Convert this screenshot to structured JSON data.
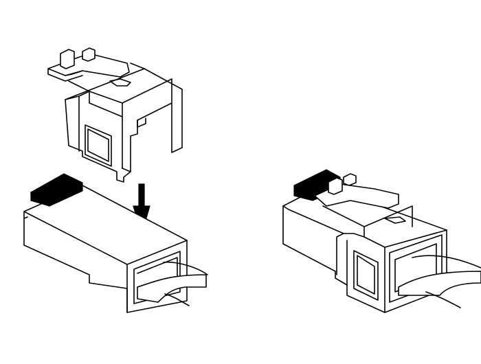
{
  "colors": {
    "line": "#000000",
    "background": "#ffffff",
    "fill": "#000000"
  },
  "figures": [
    {
      "name": "boot-clip-separate"
    },
    {
      "name": "connector-with-cable"
    },
    {
      "name": "assembled-connector"
    }
  ]
}
